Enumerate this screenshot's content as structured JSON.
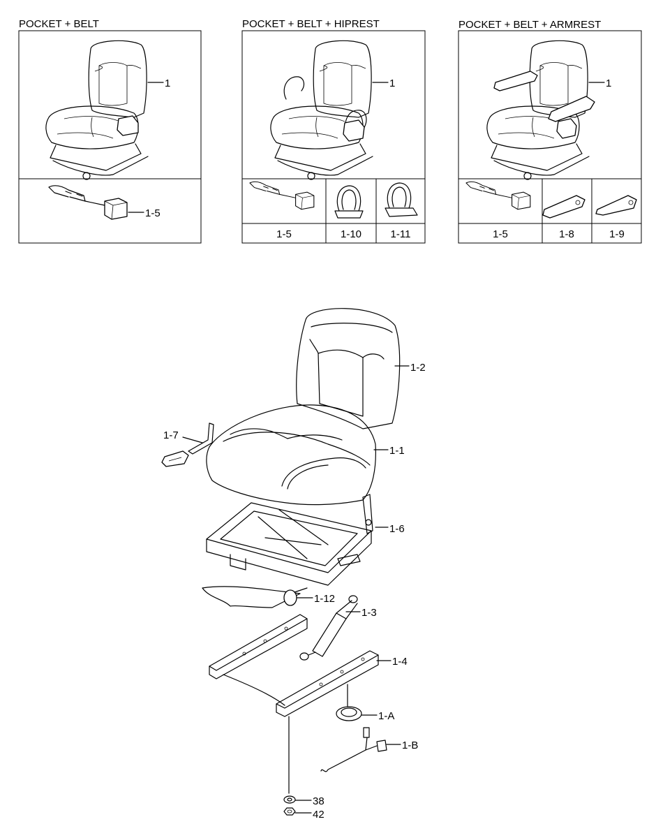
{
  "variants": [
    {
      "title": "POCKET + BELT",
      "seat_label": "1",
      "parts": [
        "1-5"
      ]
    },
    {
      "title": "POCKET + BELT + HIPREST",
      "seat_label": "1",
      "parts": [
        "1-5",
        "1-10",
        "1-11"
      ]
    },
    {
      "title": "POCKET + BELT + ARMREST",
      "seat_label": "1",
      "parts": [
        "1-5",
        "1-8",
        "1-9"
      ]
    }
  ],
  "exploded": {
    "labels": {
      "backrest": "1-2",
      "cushion": "1-1",
      "belt_buckle": "1-7",
      "frame": "1-6",
      "knob": "1-12",
      "damper": "1-3",
      "slide_rail": "1-4",
      "grommet": "1-A",
      "harness": "1-B",
      "washer": "38",
      "nut": "42"
    }
  }
}
